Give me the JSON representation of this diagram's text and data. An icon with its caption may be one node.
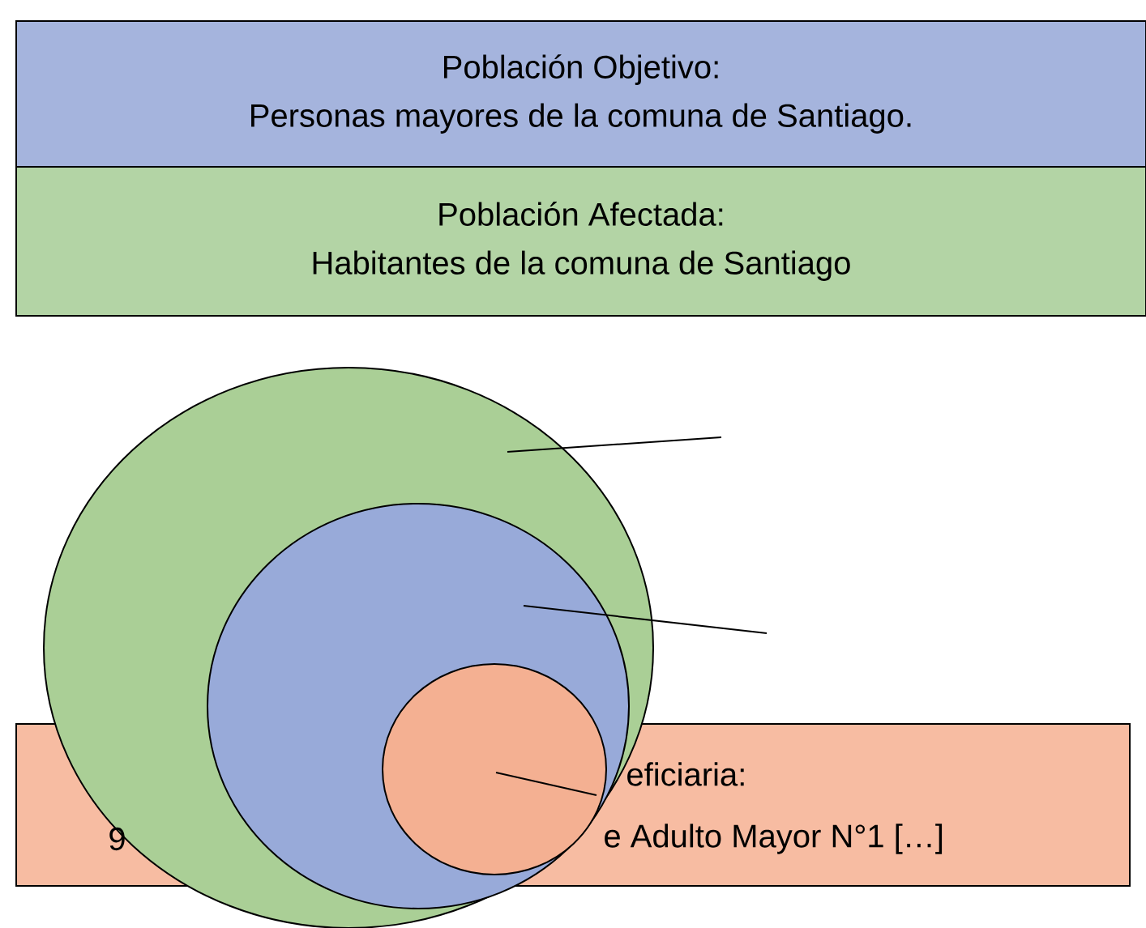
{
  "diagram": {
    "nodes": [
      {
        "text": [
          "Población Objetivo:",
          "Personas mayores de la comuna de Santiago."
        ]
      },
      {
        "text": [
          "Población Afectada:",
          "Habitantes de la comuna de Santiago"
        ]
      },
      {
        "text": [
          "eficiaria:",
          "9",
          "e Adulto Mayor N°1 […]"
        ]
      },
      {
        "text": [],
        "shape": "circle"
      },
      {
        "text": [],
        "shape": "circle",
        "in": 3
      },
      {
        "text": [],
        "shape": "circle",
        "in": 4
      }
    ],
    "edges": [
      {
        "from": null,
        "to": 3,
        "arrow": "none"
      },
      {
        "from": null,
        "to": 4,
        "arrow": "none"
      },
      {
        "from": null,
        "to": 5,
        "arrow": "none"
      }
    ]
  }
}
